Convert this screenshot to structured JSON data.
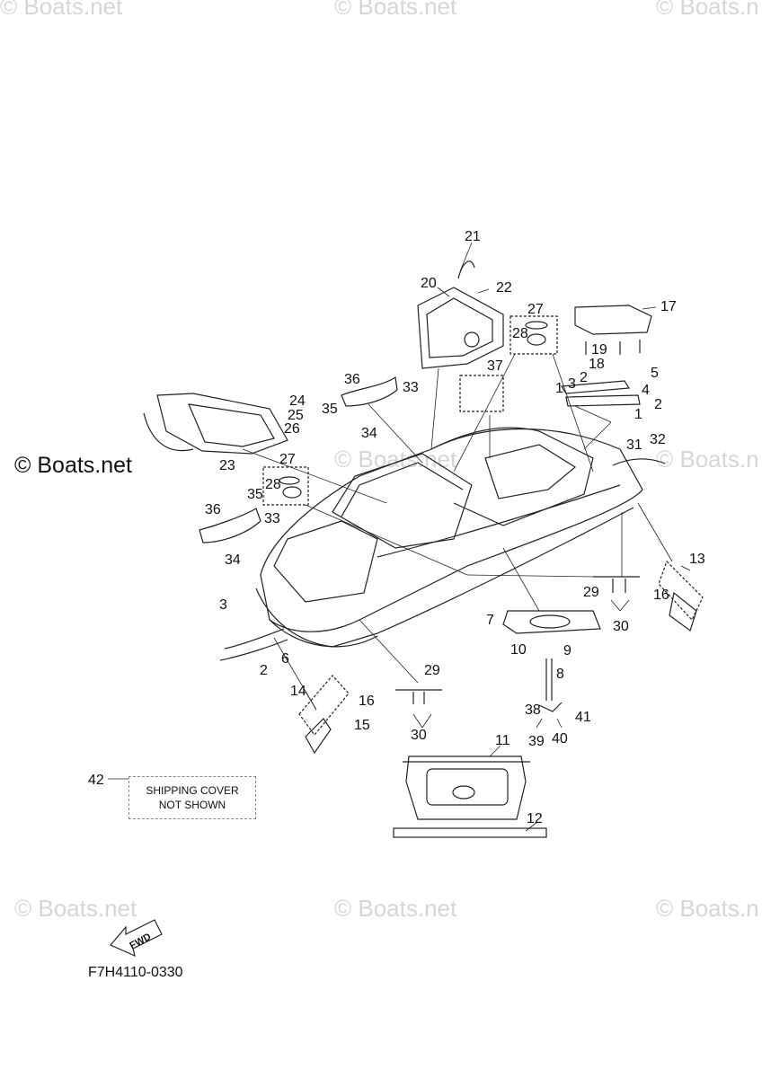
{
  "watermarks": [
    "© Boats.net",
    "© Boats.net",
    "© Boats.n",
    "© Boats.net",
    "© Boats.n",
    "© Boats.net",
    "© Boats.net",
    "© Boats.n"
  ],
  "watermark_main": "© Boats.net",
  "note_box": {
    "line1": "SHIPPING COVER",
    "line2": "NOT SHOWN"
  },
  "diagram_code": "F7H4110-0330",
  "fwd_label": "FWD",
  "callouts": {
    "c21": "21",
    "c20": "20",
    "c22": "22",
    "c27a": "27",
    "c28a": "28",
    "c17": "17",
    "c19": "19",
    "c18": "18",
    "c36a": "36",
    "c33a": "33",
    "c35a": "35",
    "c34a": "34",
    "c37": "37",
    "c5": "5",
    "c3a": "3",
    "c2a": "2",
    "c1a": "1",
    "c4": "4",
    "c2b": "2",
    "c1b": "1",
    "c24": "24",
    "c25": "25",
    "c26": "26",
    "c23": "23",
    "c27b": "27",
    "c35b": "35",
    "c28b": "28",
    "c36b": "36",
    "c33b": "33",
    "c34b": "34",
    "c31": "31",
    "c32": "32",
    "c13": "13",
    "c16a": "16",
    "c29a": "29",
    "c30a": "30",
    "c7": "7",
    "c3b": "3",
    "c6": "6",
    "c2c": "2",
    "c10": "10",
    "c9": "9",
    "c8": "8",
    "c14": "14",
    "c16b": "16",
    "c15": "15",
    "c29b": "29",
    "c30b": "30",
    "c38": "38",
    "c41": "41",
    "c39": "39",
    "c40": "40",
    "c11": "11",
    "c42": "42",
    "c12": "12"
  }
}
